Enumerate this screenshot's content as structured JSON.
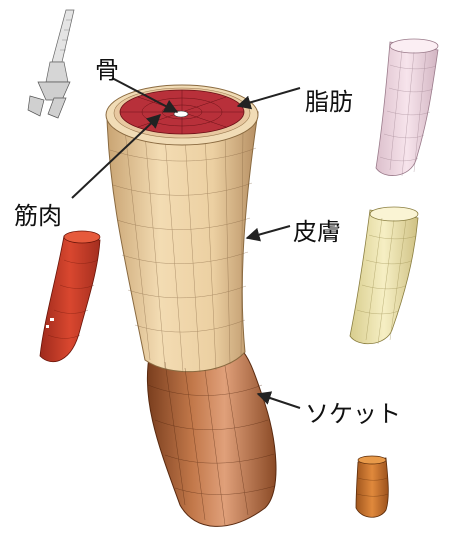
{
  "labels": {
    "bone": "骨",
    "fat": "脂肪",
    "muscle": "筋肉",
    "skin": "皮膚",
    "socket": "ソケット"
  },
  "colors": {
    "skin": "#e8c99a",
    "socket": "#b8683e",
    "muscle": "#c83a2a",
    "fat": "#f0d2de",
    "skin_part": "#ece2a8",
    "bone": "#d8d8d8",
    "leader_line": "#222222"
  },
  "icons": {
    "bone_part": "bone-model-icon",
    "fat_part": "fat-layer-model-icon",
    "muscle_part": "muscle-model-icon",
    "skin_part": "skin-layer-model-icon",
    "socket_part": "socket-model-icon"
  }
}
